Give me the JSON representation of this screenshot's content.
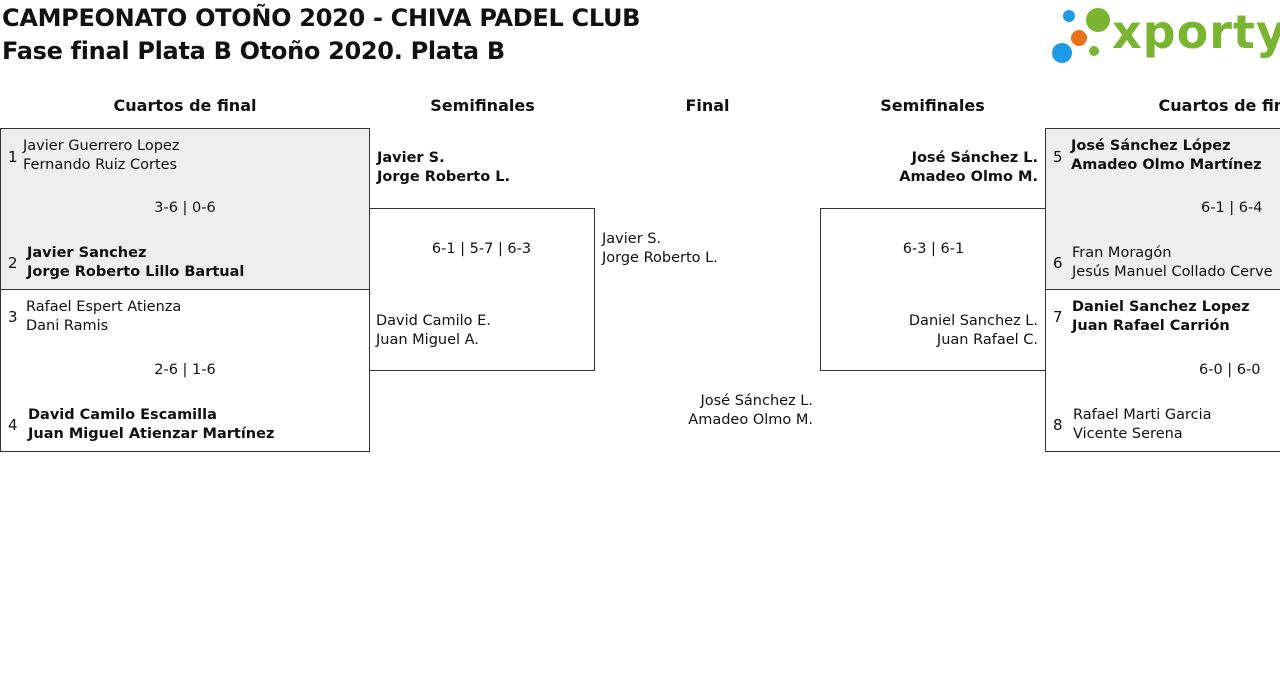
{
  "header": {
    "title": "CAMPEONATO OTOÑO 2020 - CHIVA PADEL CLUB",
    "subtitle": "Fase final Plata B Otoño 2020. Plata B",
    "logo_text": "xporty"
  },
  "columns": {
    "quarters_left": "Cuartos de final",
    "semis_left": "Semifinales",
    "final": "Final",
    "semis_right": "Semifinales",
    "quarters_right": "Cuartos de final"
  },
  "quarters": {
    "q1": {
      "score": "3-6 | 0-6",
      "top": {
        "seed": "1",
        "p1": "Javier Guerrero Lopez",
        "p2": "Fernando Ruiz Cortes"
      },
      "bottom": {
        "seed": "2",
        "p1": "Javier Sanchez",
        "p2": "Jorge Roberto Lillo Bartual"
      }
    },
    "q2": {
      "score": "2-6 | 1-6",
      "top": {
        "seed": "3",
        "p1": "Rafael Espert Atienza",
        "p2": "Dani Ramis"
      },
      "bottom": {
        "seed": "4",
        "p1": "David Camilo Escamilla",
        "p2": "Juan Miguel Atienzar Martínez"
      }
    },
    "q3": {
      "score": "6-1 | 6-4",
      "top": {
        "seed": "5",
        "p1": "José Sánchez López",
        "p2": "Amadeo Olmo Martínez"
      },
      "bottom": {
        "seed": "6",
        "p1": "Fran Moragón",
        "p2": "Jesús Manuel Collado Cerve"
      }
    },
    "q4": {
      "score": "6-0 | 6-0",
      "top": {
        "seed": "7",
        "p1": "Daniel Sanchez Lopez",
        "p2": "Juan Rafael Carrión"
      },
      "bottom": {
        "seed": "8",
        "p1": "Rafael Marti Garcia",
        "p2": "Vicente Serena"
      }
    }
  },
  "semis": {
    "left": {
      "score": "6-1 | 5-7 | 6-3",
      "top": {
        "p1": "Javier S.",
        "p2": "Jorge Roberto L."
      },
      "bottom": {
        "p1": "David Camilo E.",
        "p2": "Juan Miguel A."
      }
    },
    "right": {
      "score": "6-3 | 6-1",
      "top": {
        "p1": "José Sánchez L.",
        "p2": "Amadeo Olmo M."
      },
      "bottom": {
        "p1": "Daniel Sanchez L.",
        "p2": "Juan Rafael C."
      }
    }
  },
  "final": {
    "left": {
      "p1": "Javier S.",
      "p2": "Jorge Roberto L."
    },
    "right": {
      "p1": "José Sánchez L.",
      "p2": "Amadeo Olmo M."
    }
  },
  "colors": {
    "logo_green": "#7ab531",
    "logo_blue": "#1e9be6",
    "logo_orange": "#e8711c",
    "winner_bg": "#eeeeee"
  }
}
